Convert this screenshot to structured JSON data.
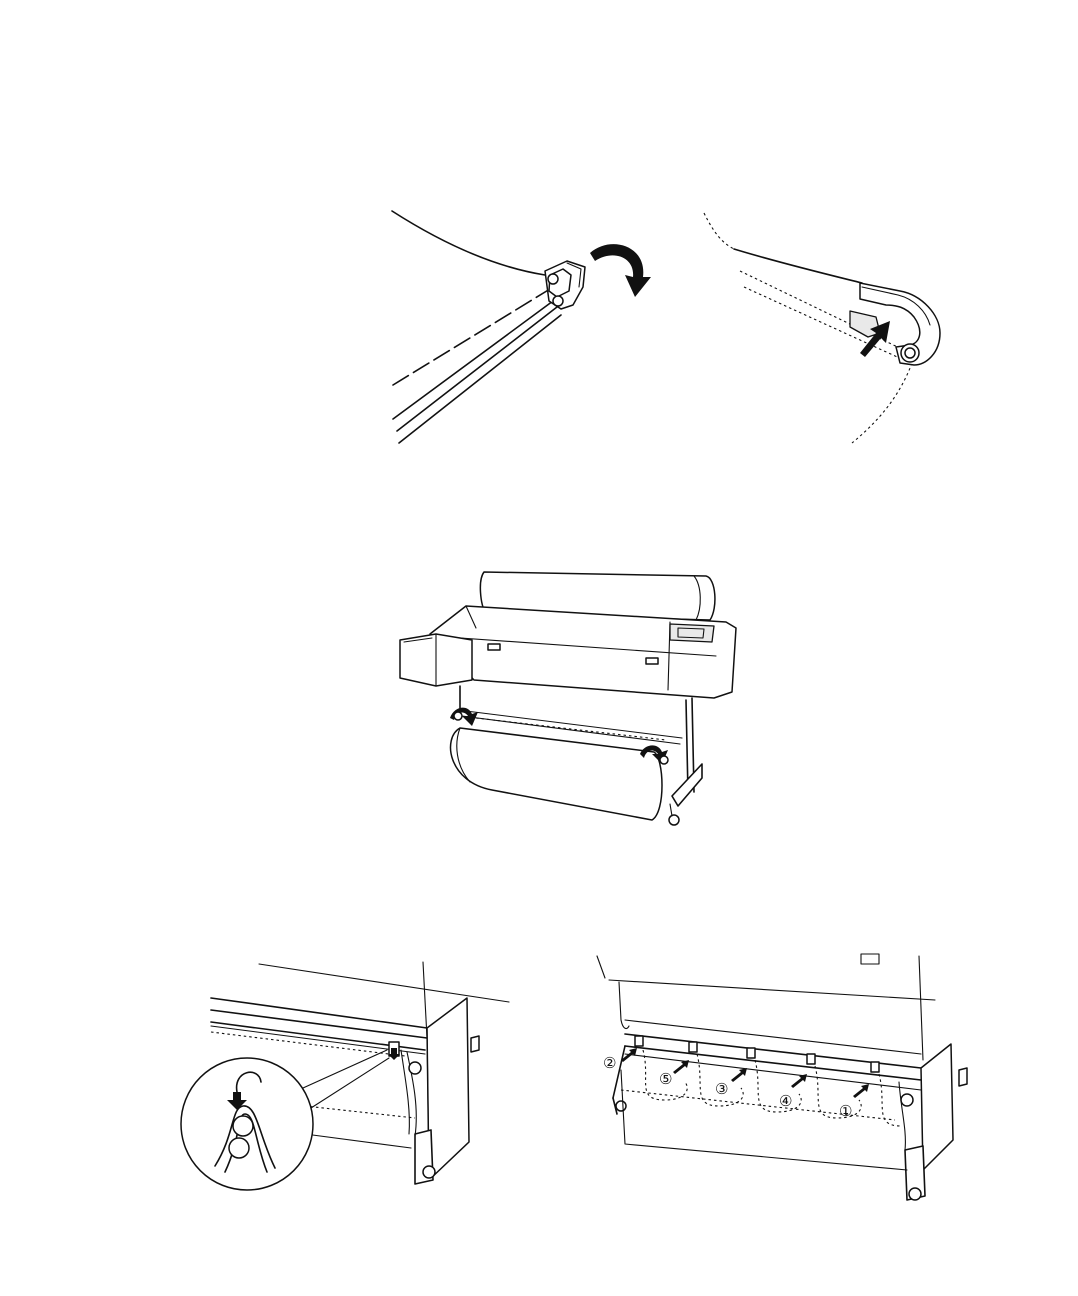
{
  "page": {
    "background": "#ffffff",
    "line_color": "#111111"
  },
  "figures": [
    {
      "name": "roll-holder-lever-rotate",
      "panel": "top-left"
    },
    {
      "name": "roll-holder-lock-push",
      "panel": "top-right"
    },
    {
      "name": "printer-with-take-up-basket",
      "panel": "middle"
    },
    {
      "name": "basket-hook-detail",
      "panel": "bottom-left"
    },
    {
      "name": "basket-hook-sequence",
      "panel": "bottom-right"
    }
  ],
  "callouts": {
    "step_1": "①",
    "step_2": "②",
    "step_3": "③",
    "step_4": "④",
    "step_5": "⑤"
  }
}
